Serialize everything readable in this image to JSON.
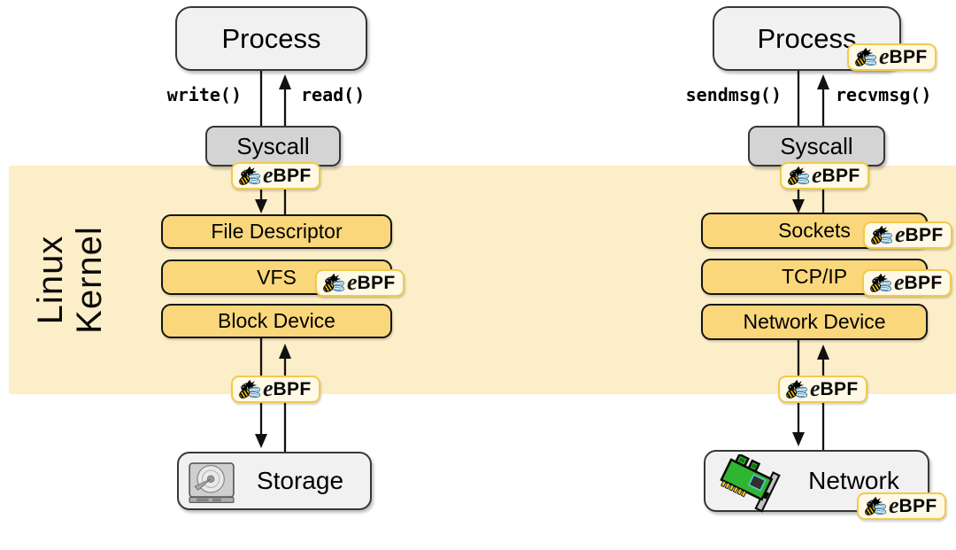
{
  "diagram": {
    "kernel_label": {
      "line1": "Linux",
      "line2": "Kernel"
    },
    "ebpf_badge": {
      "e": "e",
      "bpf": "BPF"
    },
    "left_stack": {
      "process_label": "Process",
      "down_call": "write()",
      "up_call": "read()",
      "syscall_label": "Syscall",
      "kernel_layers": [
        "File Descriptor",
        "VFS",
        "Block Device"
      ],
      "device_label": "Storage"
    },
    "right_stack": {
      "process_label": "Process",
      "down_call": "sendmsg()",
      "up_call": "recvmsg()",
      "syscall_label": "Syscall",
      "kernel_layers": [
        "Sockets",
        "TCP/IP",
        "Network Device"
      ],
      "device_label": "Network"
    },
    "icons": {
      "badge_icon": "bee-icon",
      "storage_icon": "hard-drive-icon",
      "network_icon": "network-card-icon"
    },
    "colors": {
      "kernel_band": "#FCEEC8",
      "layer_box_fill": "#FAD77B",
      "process_fill": "#F1F1F1",
      "syscall_fill": "#D4D4D4",
      "badge_fill": "#FFF9E6",
      "badge_border": "#F2C94C",
      "outline": "#141414"
    }
  }
}
